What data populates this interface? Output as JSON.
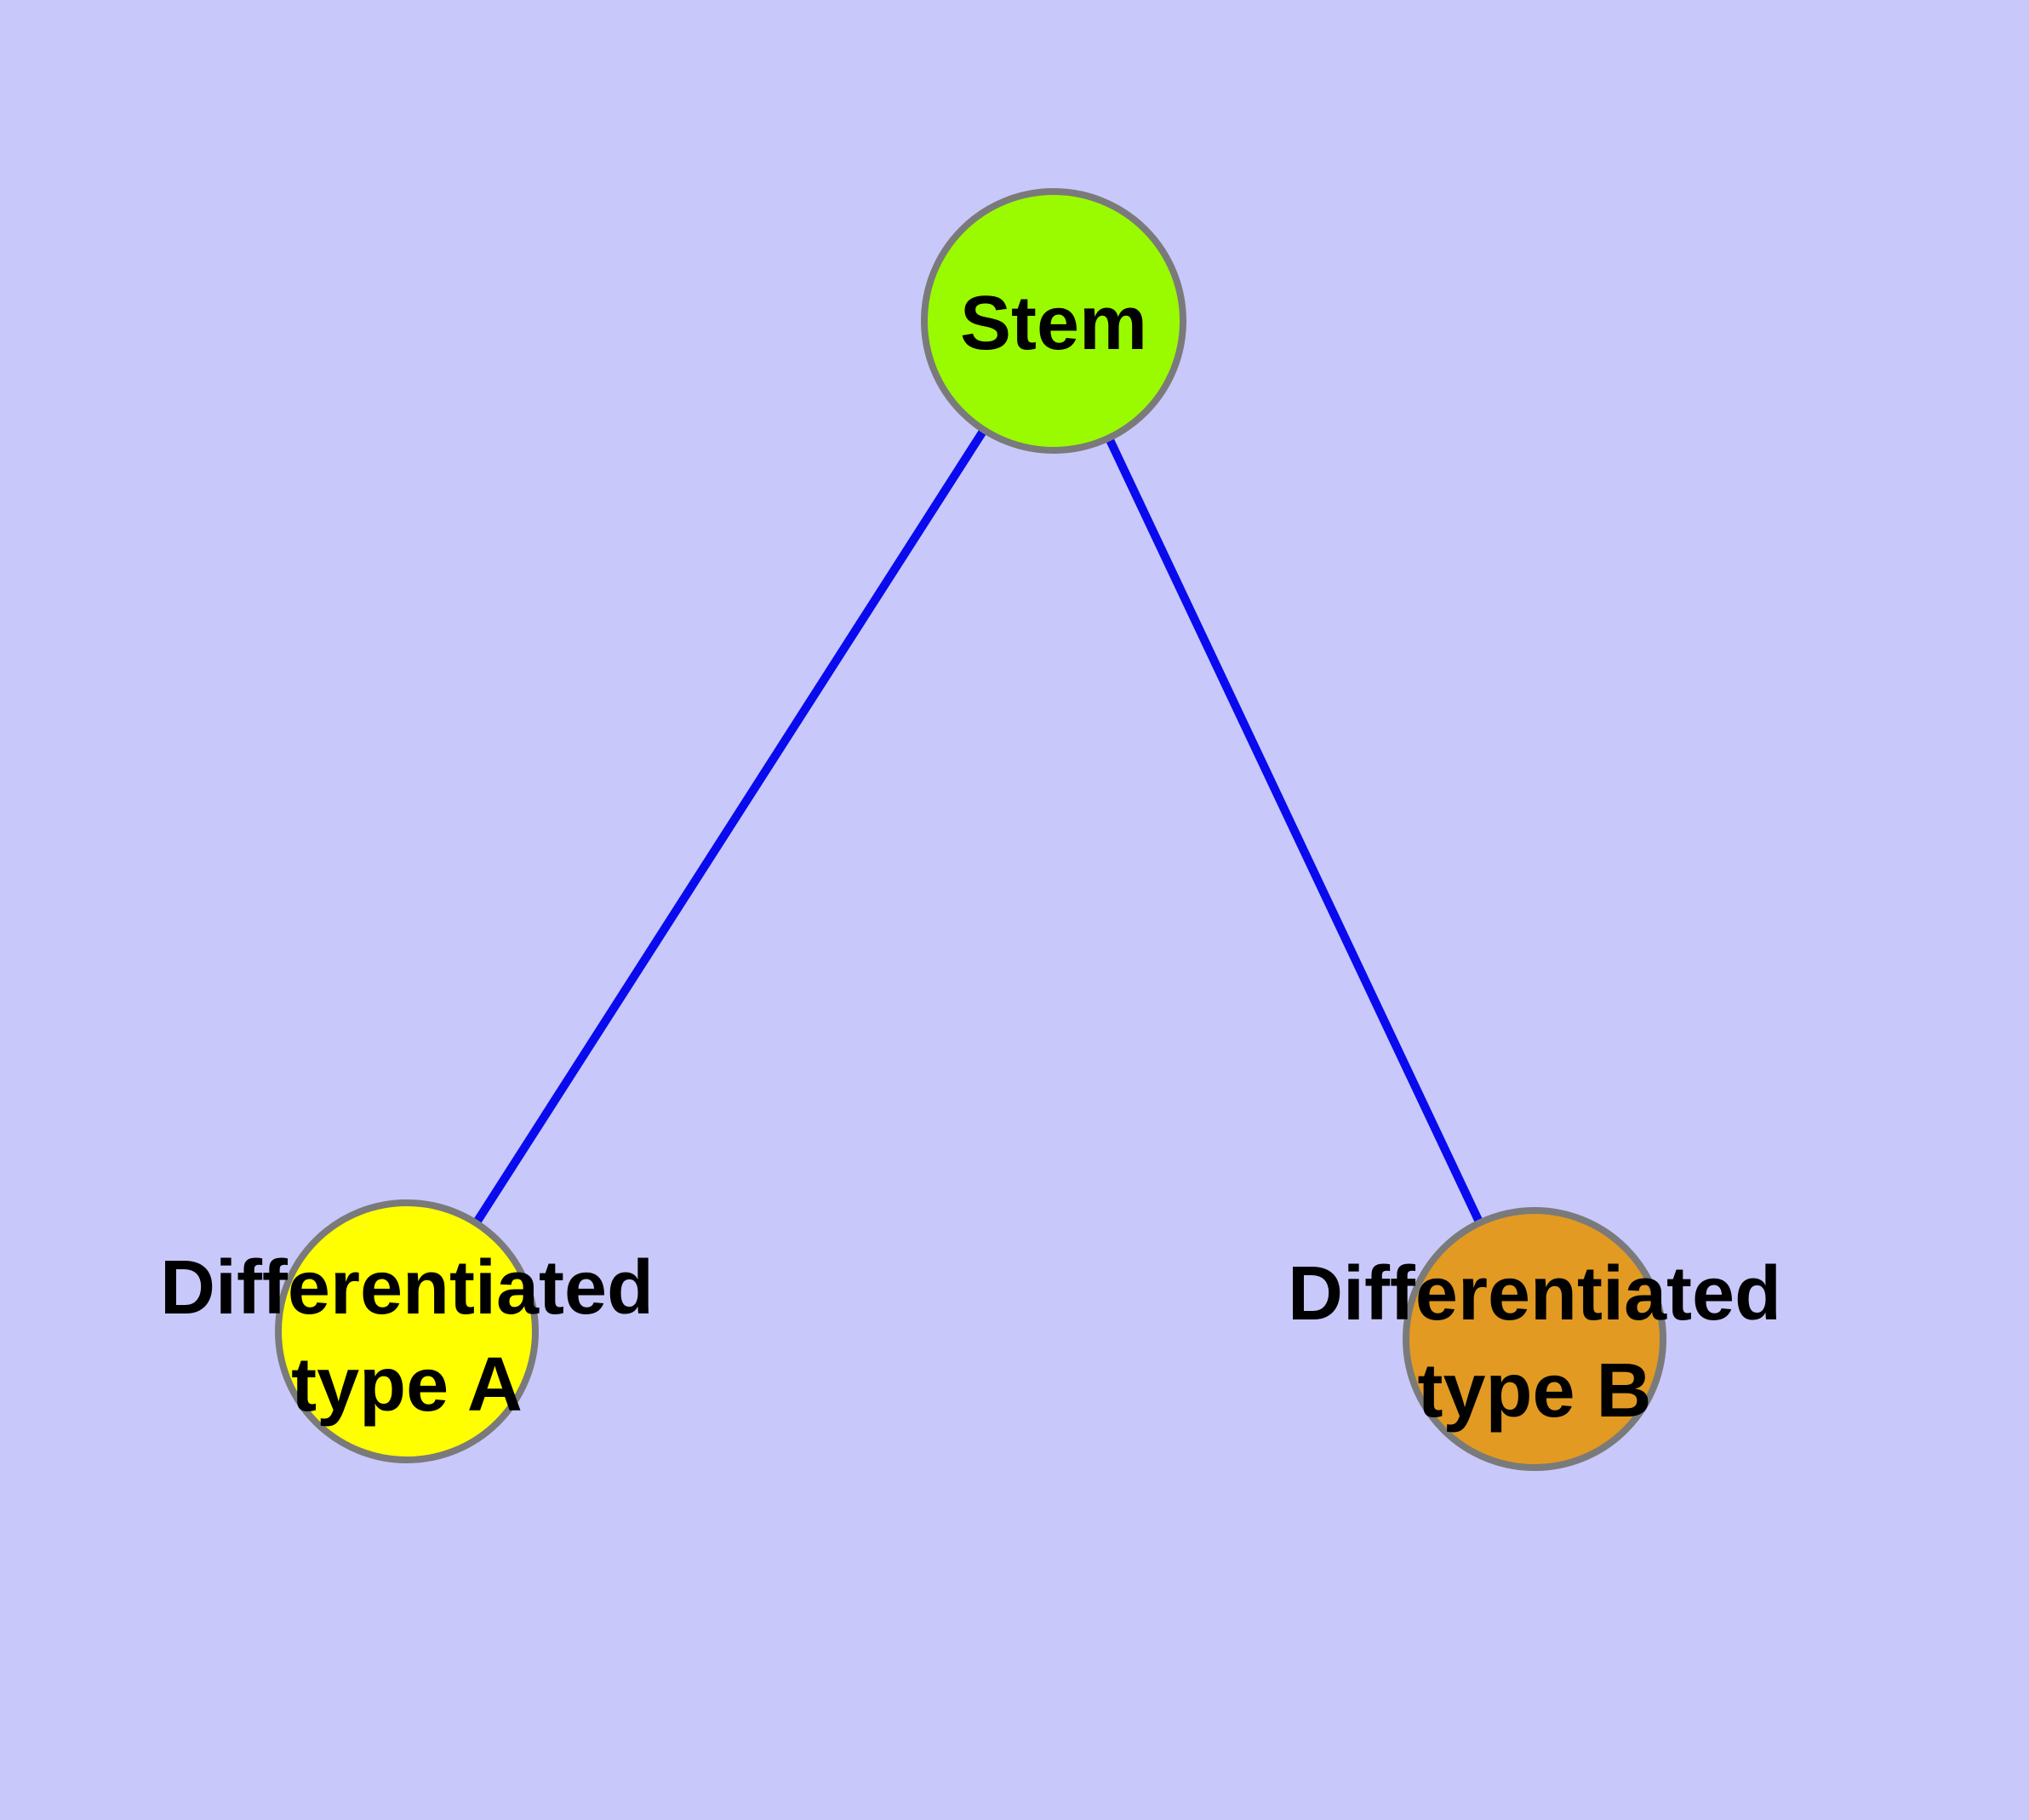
{
  "diagram": {
    "type": "node-link-graph",
    "title": "",
    "background_color": "#C8C8FA",
    "edge_color": "#0A0AEE",
    "node_border_color": "#7A7A7A",
    "label_color": "#000000",
    "nodes": [
      {
        "id": "stem",
        "label": "Stem",
        "fill": "#9AFB00"
      },
      {
        "id": "differentiated-type-a",
        "label_line1": "Differentiated",
        "label_line2": "type A",
        "fill": "#FFFF00"
      },
      {
        "id": "differentiated-type-b",
        "label_line1": "Differentiated",
        "label_line2": "type B",
        "fill": "#E29A22"
      }
    ],
    "edges": [
      {
        "from": "Stem",
        "to": "Differentiated type A"
      },
      {
        "from": "Stem",
        "to": "Differentiated type B"
      }
    ]
  }
}
